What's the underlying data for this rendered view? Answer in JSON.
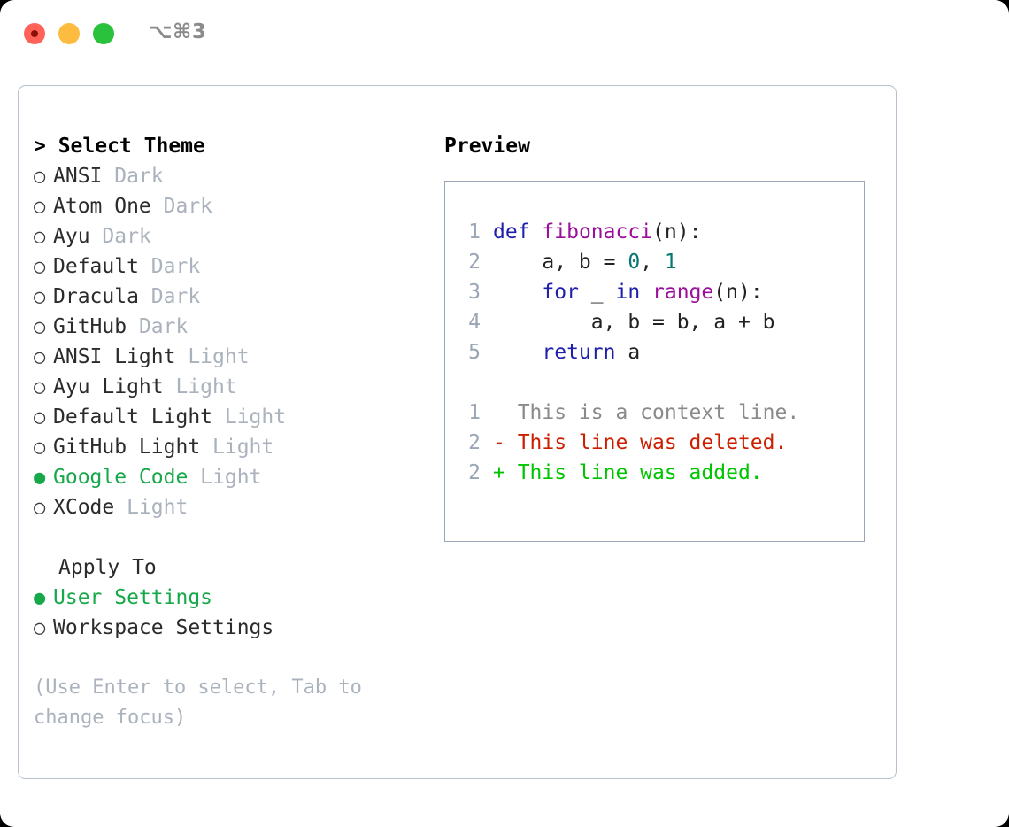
{
  "titlebar": {
    "shortcut": "⌥⌘3",
    "lights": [
      {
        "name": "close",
        "color": "#ff6259"
      },
      {
        "name": "minimize",
        "color": "#fdbc40"
      },
      {
        "name": "maximize",
        "color": "#2ac13d"
      }
    ]
  },
  "theme_picker": {
    "header": "> Select Theme",
    "selected_glyph": "●",
    "unselected_glyph": "○",
    "selected_color": "#17a84a",
    "tag_color": "#aab2bd",
    "options": [
      {
        "label": "ANSI",
        "tag": "Dark",
        "selected": false
      },
      {
        "label": "Atom One",
        "tag": "Dark",
        "selected": false
      },
      {
        "label": "Ayu",
        "tag": "Dark",
        "selected": false
      },
      {
        "label": "Default",
        "tag": "Dark",
        "selected": false
      },
      {
        "label": "Dracula",
        "tag": "Dark",
        "selected": false
      },
      {
        "label": "GitHub",
        "tag": "Dark",
        "selected": false
      },
      {
        "label": "ANSI Light",
        "tag": "Light",
        "selected": false
      },
      {
        "label": "Ayu Light",
        "tag": "Light",
        "selected": false
      },
      {
        "label": "Default Light",
        "tag": "Light",
        "selected": false
      },
      {
        "label": "GitHub Light",
        "tag": "Light",
        "selected": false
      },
      {
        "label": "Google Code",
        "tag": "Light",
        "selected": true
      },
      {
        "label": "XCode",
        "tag": "Light",
        "selected": false
      }
    ]
  },
  "apply_to": {
    "header": "Apply To",
    "options": [
      {
        "label": "User Settings",
        "selected": true
      },
      {
        "label": "Workspace Settings",
        "selected": false
      }
    ]
  },
  "hint": "(Use Enter to select, Tab to change focus)",
  "preview": {
    "title": "Preview",
    "code_lines": [
      {
        "lno": "1",
        "tokens": [
          {
            "t": "def",
            "c": "kw"
          },
          {
            "t": " ",
            "c": "pl"
          },
          {
            "t": "fibonacci",
            "c": "fn"
          },
          {
            "t": "(n):",
            "c": "pl"
          }
        ]
      },
      {
        "lno": "2",
        "tokens": [
          {
            "t": "    a, b = ",
            "c": "pl"
          },
          {
            "t": "0",
            "c": "num"
          },
          {
            "t": ", ",
            "c": "pl"
          },
          {
            "t": "1",
            "c": "num"
          }
        ]
      },
      {
        "lno": "3",
        "tokens": [
          {
            "t": "    ",
            "c": "pl"
          },
          {
            "t": "for",
            "c": "kw"
          },
          {
            "t": " _ ",
            "c": "pl"
          },
          {
            "t": "in",
            "c": "kw"
          },
          {
            "t": " ",
            "c": "pl"
          },
          {
            "t": "range",
            "c": "fn"
          },
          {
            "t": "(n):",
            "c": "pl"
          }
        ]
      },
      {
        "lno": "4",
        "tokens": [
          {
            "t": "        a, b = b, a + b",
            "c": "pl"
          }
        ]
      },
      {
        "lno": "5",
        "tokens": [
          {
            "t": "    ",
            "c": "pl"
          },
          {
            "t": "return",
            "c": "kw"
          },
          {
            "t": " a",
            "c": "pl"
          }
        ]
      }
    ],
    "diff_lines": [
      {
        "lno": "1",
        "marker": " ",
        "text": "  This is a context line.",
        "kind": "ctx"
      },
      {
        "lno": "2",
        "marker": "-",
        "text": "- This line was deleted.",
        "kind": "del"
      },
      {
        "lno": "2",
        "marker": "+",
        "text": "+ This line was added.",
        "kind": "add"
      }
    ],
    "syntax_colors": {
      "keyword": "#1f1fad",
      "function": "#9b0f9b",
      "number": "#06776f",
      "plain": "#222222",
      "line_number": "#9aa5b5",
      "diff_context": "#8a8a8a",
      "diff_deleted": "#cc1f00",
      "diff_added": "#00c400"
    }
  }
}
